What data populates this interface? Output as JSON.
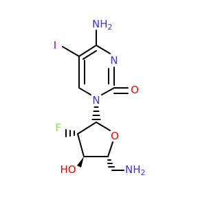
{
  "molecule": {
    "atoms": {
      "amino_top": {
        "label": "NH",
        "sub": "2",
        "color": "#3333ff"
      },
      "iodine": {
        "label": "I",
        "color": "#9400d3"
      },
      "ring_n_right": {
        "label": "N",
        "color": "#3333ff"
      },
      "ring_n_bottom": {
        "label": "N",
        "color": "#3333ff"
      },
      "carbonyl_o": {
        "label": "O",
        "color": "#ff0000"
      },
      "fluorine": {
        "label": "F",
        "color": "#90e050"
      },
      "ring_o": {
        "label": "O",
        "color": "#ff0000"
      },
      "hydroxyl": {
        "label": "HO",
        "color": "#ff0000"
      },
      "amino_side": {
        "label": "NH",
        "sub": "2",
        "color": "#3333ff"
      }
    }
  }
}
